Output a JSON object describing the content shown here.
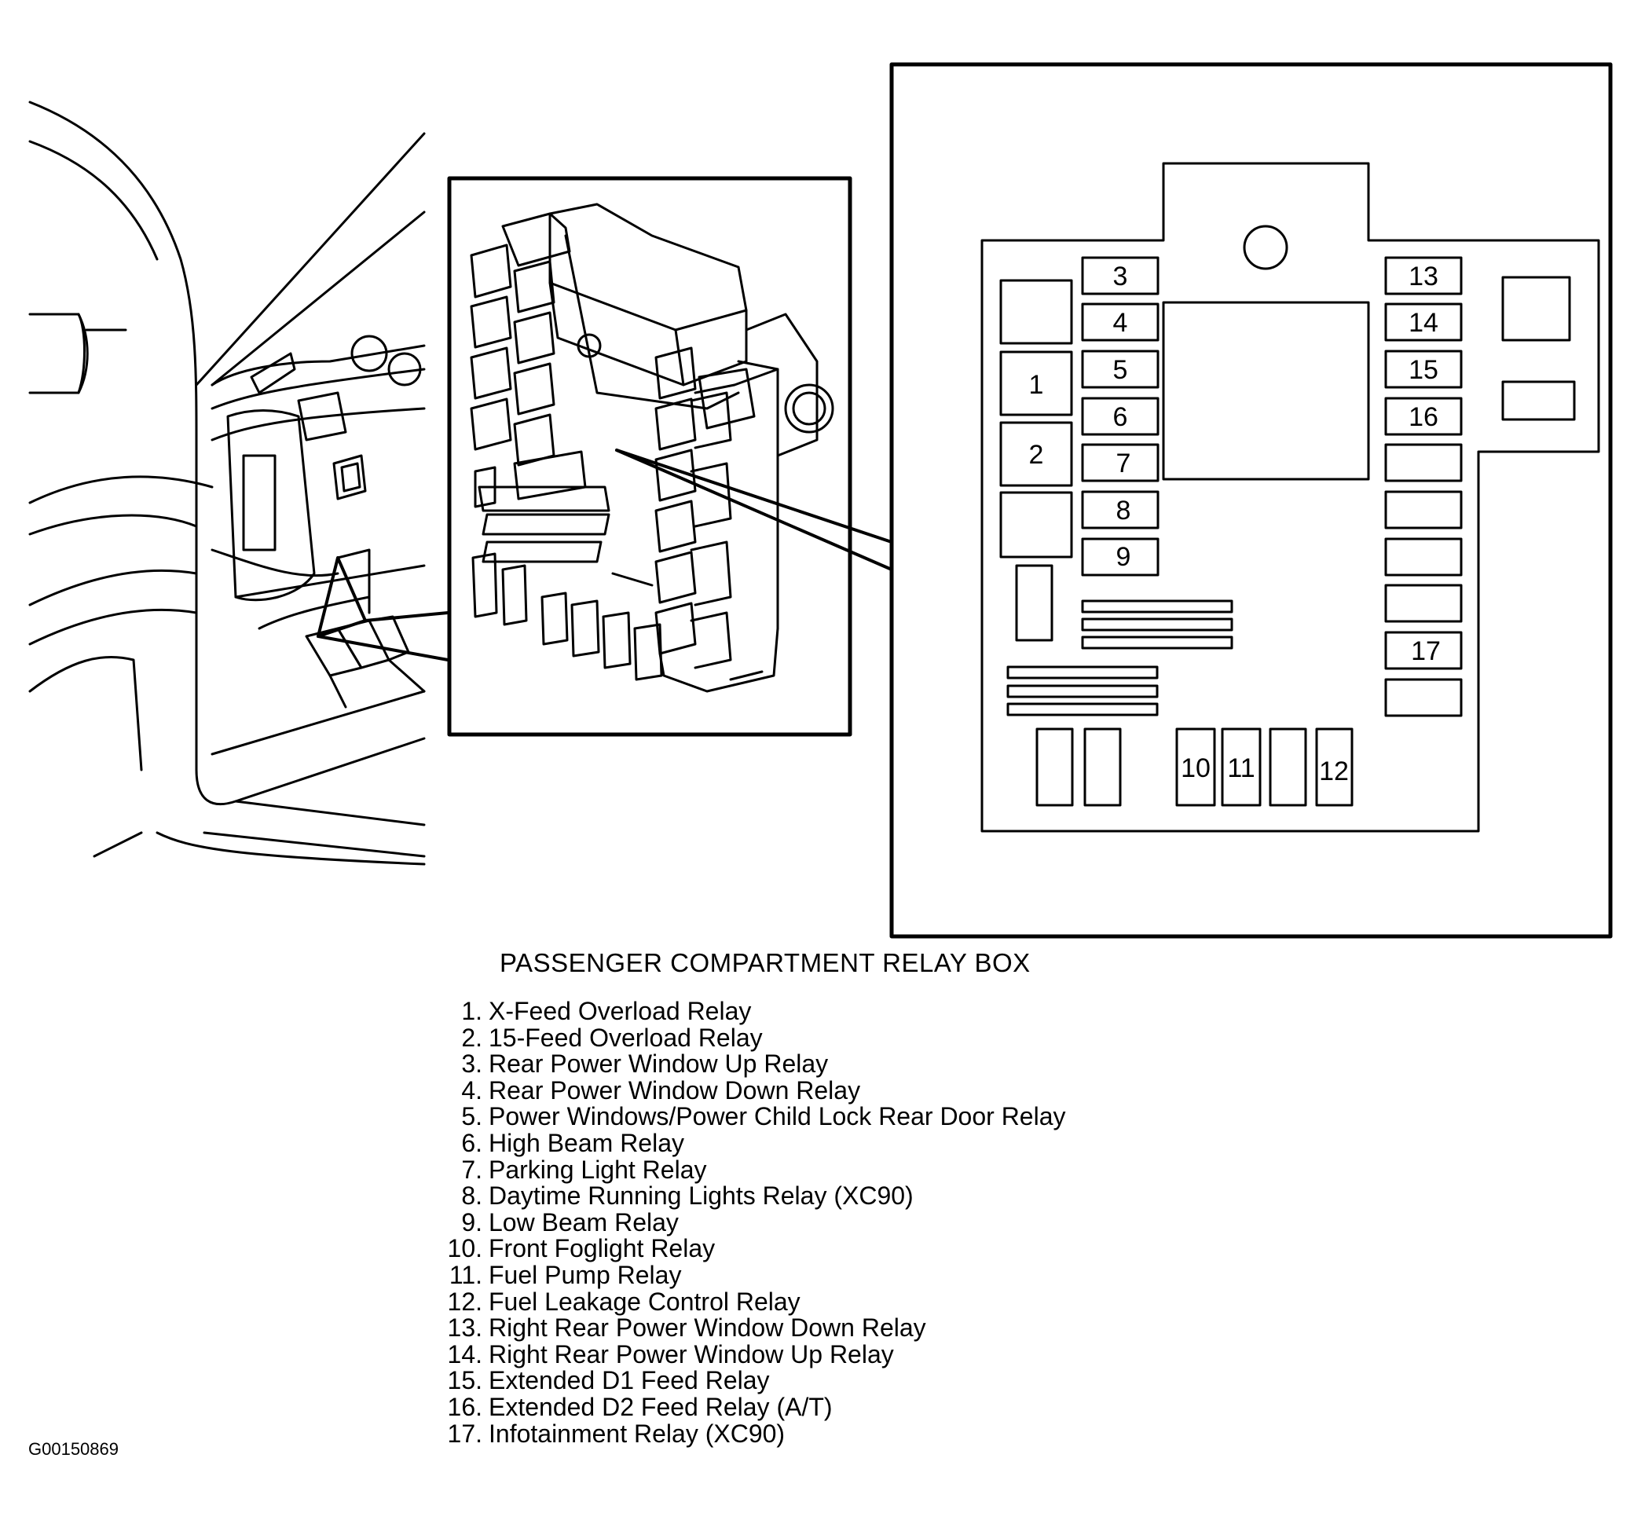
{
  "caption": "PASSENGER COMPARTMENT RELAY BOX",
  "figure_id": "G00150869",
  "relay_labels": [
    "1",
    "2",
    "3",
    "4",
    "5",
    "6",
    "7",
    "8",
    "9",
    "10",
    "11",
    "12",
    "13",
    "14",
    "15",
    "16",
    "17"
  ],
  "legend": [
    {
      "num": "1.",
      "text": "X-Feed Overload Relay"
    },
    {
      "num": "2.",
      "text": "15-Feed Overload Relay"
    },
    {
      "num": "3.",
      "text": "Rear Power Window Up Relay"
    },
    {
      "num": "4.",
      "text": "Rear Power Window Down Relay"
    },
    {
      "num": "5.",
      "text": "Power Windows/Power Child Lock Rear Door Relay"
    },
    {
      "num": "6.",
      "text": "High Beam Relay"
    },
    {
      "num": "7.",
      "text": "Parking Light Relay"
    },
    {
      "num": "8.",
      "text": "Daytime Running Lights Relay (XC90)"
    },
    {
      "num": "9.",
      "text": "Low Beam Relay"
    },
    {
      "num": "10.",
      "text": "Front Foglight Relay"
    },
    {
      "num": "11.",
      "text": "Fuel Pump Relay"
    },
    {
      "num": "12.",
      "text": "Fuel Leakage Control Relay"
    },
    {
      "num": "13.",
      "text": "Right Rear Power Window Down Relay"
    },
    {
      "num": "14.",
      "text": "Right Rear Power Window Up Relay"
    },
    {
      "num": "15.",
      "text": "Extended D1 Feed Relay"
    },
    {
      "num": "16.",
      "text": "Extended D2 Feed Relay (A/T)"
    },
    {
      "num": "17.",
      "text": "Infotainment Relay (XC90)"
    }
  ]
}
